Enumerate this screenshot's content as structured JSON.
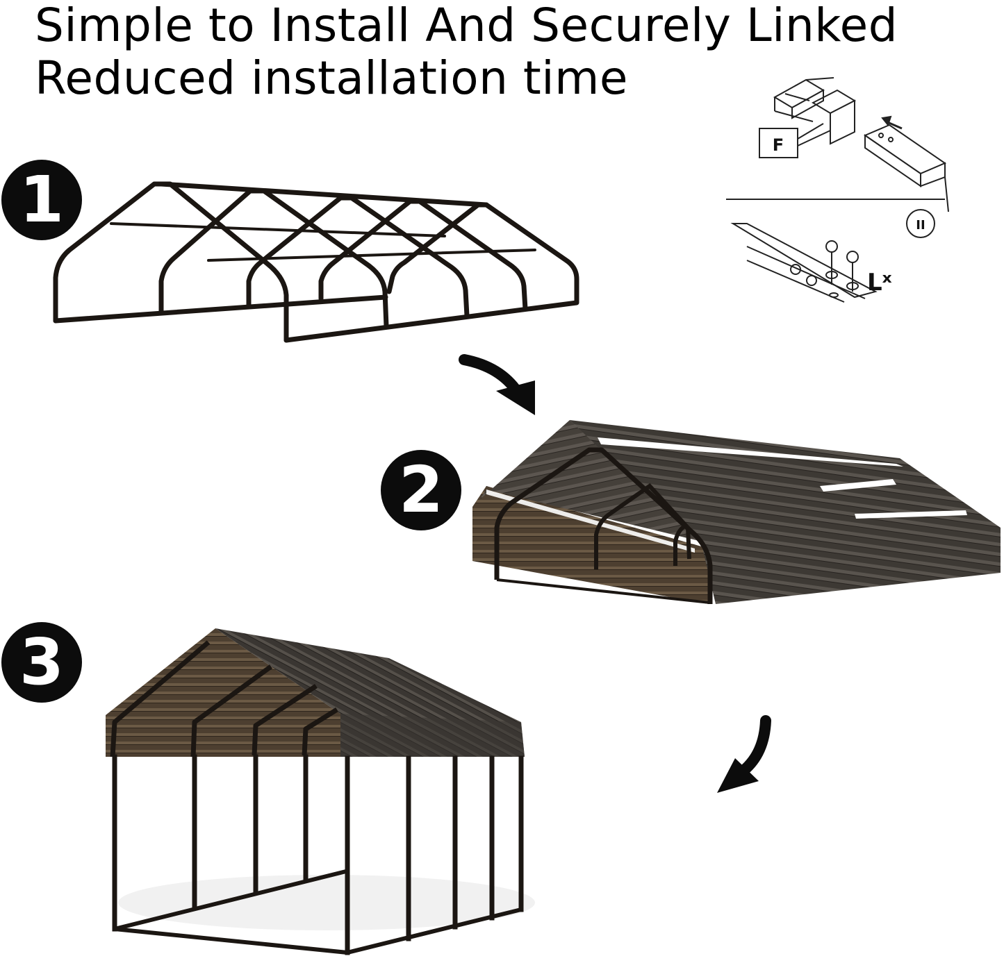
{
  "headline": {
    "line1": "Simple to Install And Securely Linked",
    "line2": "Reduced installation time"
  },
  "steps": [
    {
      "number": "1"
    },
    {
      "number": "2"
    },
    {
      "number": "3"
    }
  ],
  "detail": {
    "part_label": "F",
    "roman_label": "II",
    "bolt_label": "Lˣ"
  },
  "colors": {
    "frame": "#1b1612",
    "roof_dark": "#3e3934",
    "roof_brown": "#5a4a38",
    "badge": "#0c0c0c"
  }
}
